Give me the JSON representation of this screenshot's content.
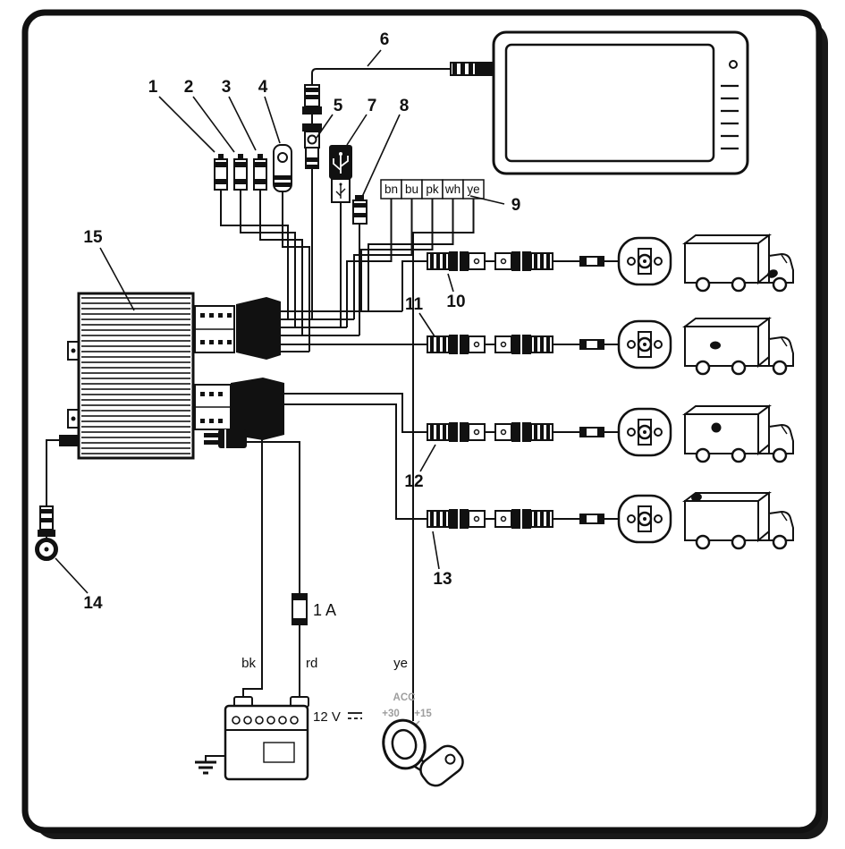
{
  "figure": {
    "type": "wiring-diagram",
    "description": "Installation wiring diagram for a multi-camera vehicle rear-view system",
    "colors": {
      "line_color": "#111111",
      "muted_label_color": "#9e9e9e"
    },
    "callouts": {
      "1": "1",
      "2": "2",
      "3": "3",
      "4": "4",
      "5": "5",
      "6": "6",
      "7": "7",
      "8": "8",
      "9": "9",
      "10": "10",
      "11": "11",
      "12": "12",
      "13": "13",
      "14": "14",
      "15": "15"
    },
    "wire_color_boxes": [
      "bn",
      "bu",
      "pk",
      "wh",
      "ye"
    ],
    "labels": {
      "fuse": "1 A",
      "battery_voltage": "12 V",
      "wire_black": "bk",
      "wire_red": "rd",
      "wire_yellow": "ye",
      "ignition_acc": "ACC",
      "ignition_30": "+30",
      "ignition_15": "+15"
    }
  }
}
